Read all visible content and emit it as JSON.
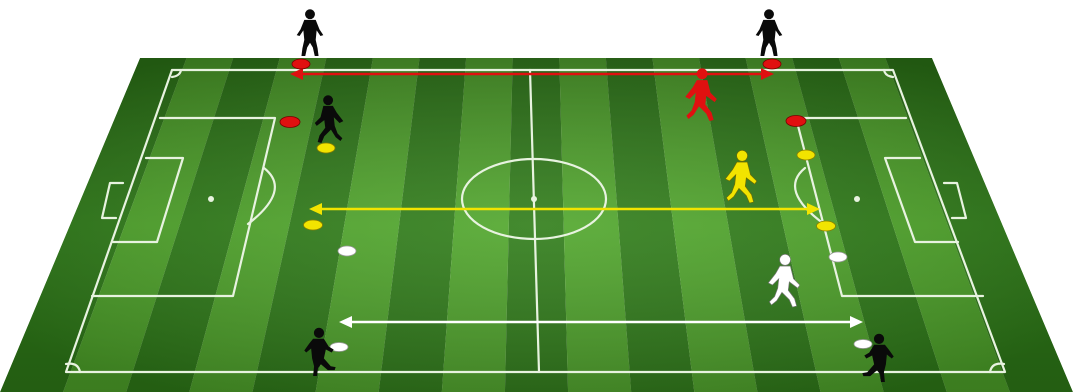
{
  "diagram": {
    "kind": "football-training-drill",
    "pitch": {
      "grass_light": "#4fa62a",
      "grass_dark": "#2f7d18",
      "stripe_count": 17,
      "line_color": "#e8f3e0"
    },
    "colors": {
      "red": "#e01010",
      "yellow": "#f2e400",
      "white": "#ffffff",
      "black": "#0a0a0a"
    },
    "players": [
      {
        "id": "black-top-left",
        "color": "black",
        "icon": "player-standing-icon"
      },
      {
        "id": "black-top-right",
        "color": "black",
        "icon": "player-standing-icon"
      },
      {
        "id": "black-left-runner",
        "color": "black",
        "icon": "player-running-icon"
      },
      {
        "id": "red-runner",
        "color": "red",
        "icon": "player-running-icon"
      },
      {
        "id": "yellow-runner",
        "color": "yellow",
        "icon": "player-running-icon"
      },
      {
        "id": "white-runner",
        "color": "white",
        "icon": "player-running-icon"
      },
      {
        "id": "black-bottom-left",
        "color": "black",
        "icon": "player-kicking-icon"
      },
      {
        "id": "black-bottom-right",
        "color": "black",
        "icon": "player-kicking-icon"
      }
    ],
    "cones": [
      {
        "color": "red",
        "count": 4
      },
      {
        "color": "yellow",
        "count": 4
      },
      {
        "color": "white",
        "count": 4
      }
    ],
    "arrows": [
      {
        "color": "red",
        "type": "double-headed",
        "row": "top"
      },
      {
        "color": "yellow",
        "type": "double-headed",
        "row": "middle"
      },
      {
        "color": "white",
        "type": "double-headed",
        "row": "bottom"
      }
    ]
  }
}
